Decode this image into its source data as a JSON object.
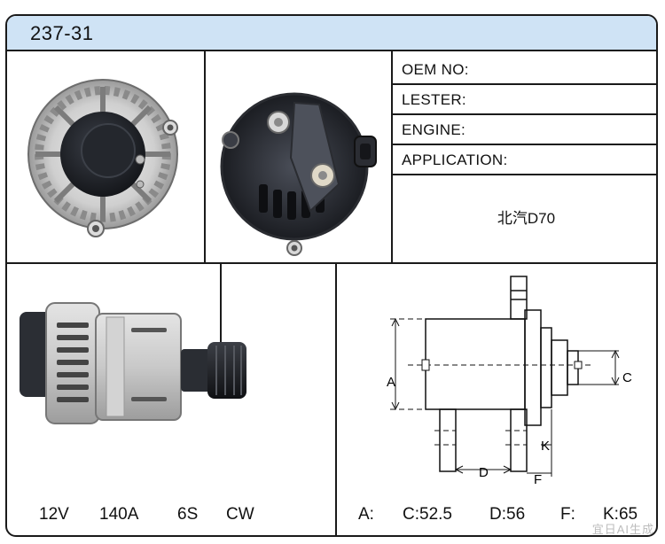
{
  "title": "237-31",
  "spec_fields": [
    {
      "label": "OEM NO:"
    },
    {
      "label": "LESTER:"
    },
    {
      "label": "ENGINE:"
    },
    {
      "label": "APPLICATION:"
    }
  ],
  "application_value": "北汽D70",
  "photos": {
    "front": "alternator-front-photo",
    "rear": "alternator-rear-photo",
    "side": "alternator-side-photo"
  },
  "specs_bottom": {
    "voltage": "12V",
    "amperage": "140A",
    "pulley": "6S",
    "rotation": "CW"
  },
  "dimensions": {
    "a_label": "A:",
    "c_label": "C:52.5",
    "d_label": "D:56",
    "f_label": "F:",
    "k_label": "K:65"
  },
  "diagram_letters": {
    "a": "A",
    "c": "C",
    "d": "D",
    "f": "F",
    "k": "K"
  },
  "watermark": "宜日AI生成",
  "colors": {
    "title_bar": "#cfe3f5",
    "border": "#1a1a1a"
  }
}
